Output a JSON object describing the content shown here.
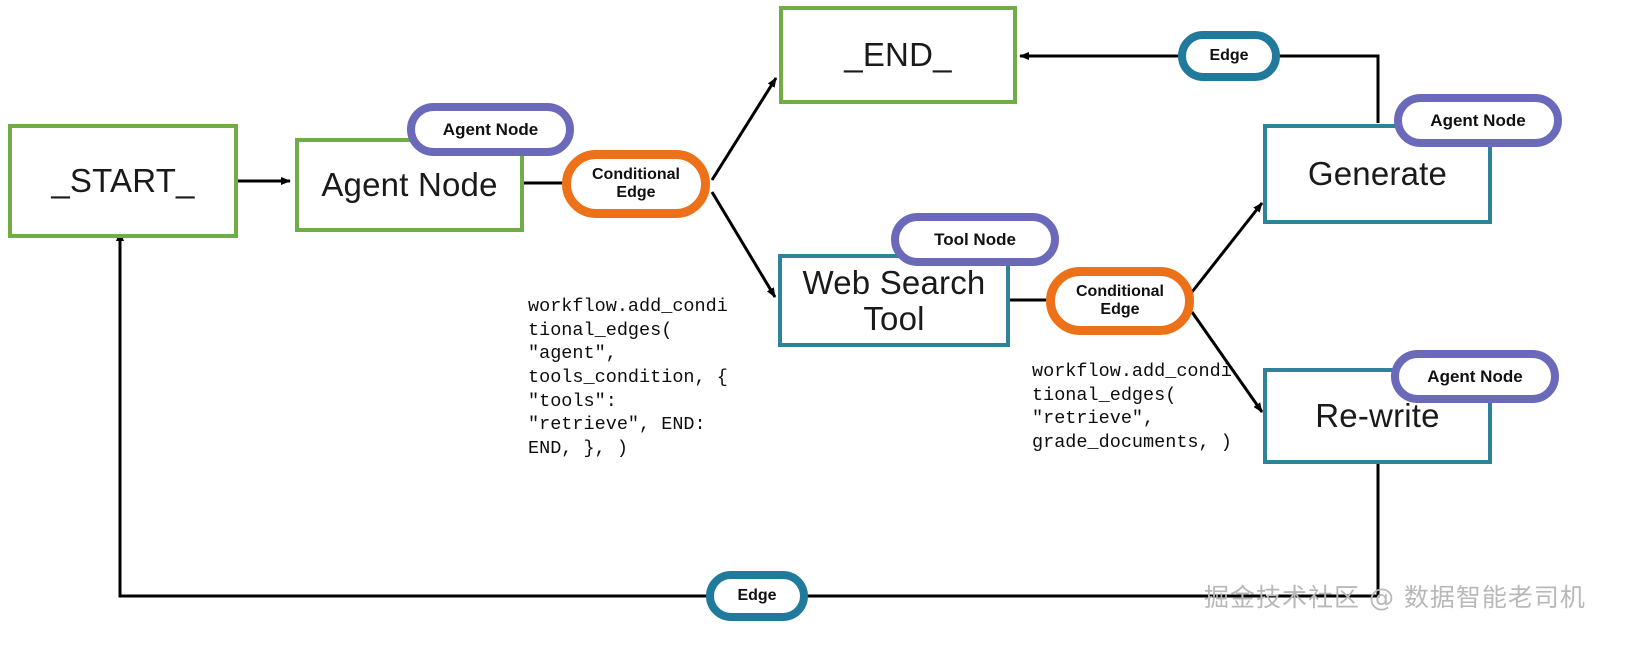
{
  "diagram": {
    "title": "LangGraph Agentic RAG workflow diagram",
    "colors": {
      "green_border": "#70ad47",
      "teal_border": "#2e8299",
      "purple_pill": "#6b69ba",
      "orange_pill": "#ed7118",
      "blue_pill": "#1f7a9c",
      "arrow": "#000000",
      "watermark": "#b8b8b8"
    },
    "nodes": [
      {
        "id": "start",
        "label": "_START_",
        "style": "green"
      },
      {
        "id": "agent",
        "label": "Agent Node",
        "style": "green"
      },
      {
        "id": "end",
        "label": "_END_",
        "style": "green"
      },
      {
        "id": "web_search",
        "label": "Web Search\nTool",
        "style": "teal"
      },
      {
        "id": "generate",
        "label": "Generate",
        "style": "teal"
      },
      {
        "id": "rewrite",
        "label": "Re-write",
        "style": "teal"
      }
    ],
    "pills": [
      {
        "id": "agent-node-tag-1",
        "label": "Agent Node",
        "style": "purple"
      },
      {
        "id": "conditional-edge-tag-1",
        "label": "Conditional\nEdge",
        "style": "orange"
      },
      {
        "id": "tool-node-tag",
        "label": "Tool Node",
        "style": "purple"
      },
      {
        "id": "conditional-edge-tag-2",
        "label": "Conditional\nEdge",
        "style": "orange"
      },
      {
        "id": "edge-tag-top",
        "label": "Edge",
        "style": "blue"
      },
      {
        "id": "agent-node-tag-2",
        "label": "Agent Node",
        "style": "purple"
      },
      {
        "id": "agent-node-tag-3",
        "label": "Agent Node",
        "style": "purple"
      },
      {
        "id": "edge-tag-bottom",
        "label": "Edge",
        "style": "blue"
      }
    ],
    "code_blocks": [
      {
        "id": "code-agent-conditional",
        "text": "workflow.add_condi\ntional_edges(\n\"agent\",\ntools_condition, {\n\"tools\":\n\"retrieve\", END:\nEND, }, )"
      },
      {
        "id": "code-retrieve-conditional",
        "text": "workflow.add_condi\ntional_edges(\n\"retrieve\",\ngrade_documents, )"
      }
    ],
    "watermark": "掘金技术社区 @ 数据智能老司机"
  }
}
